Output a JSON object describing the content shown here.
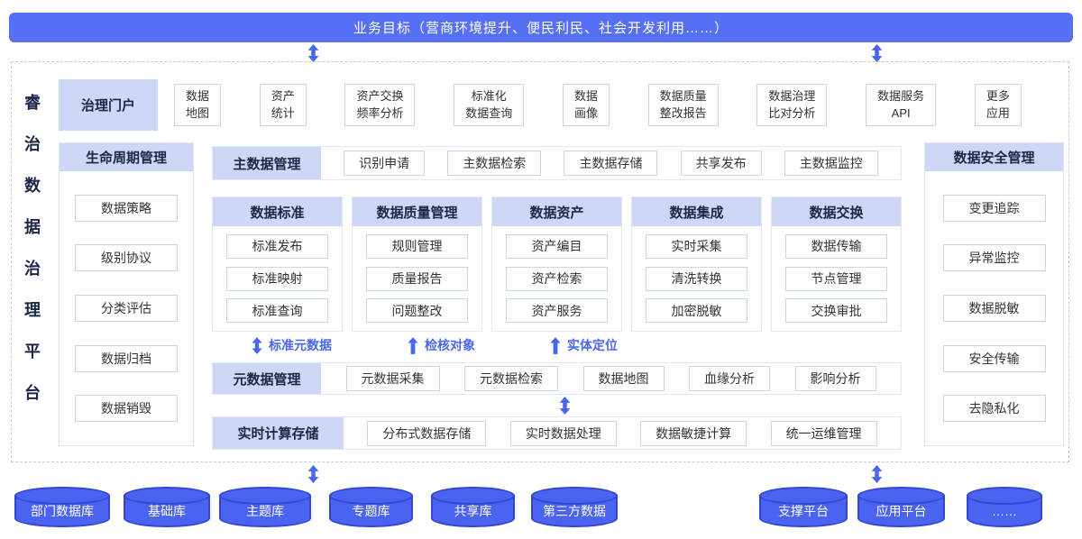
{
  "banner": {
    "title": "业务目标（营商环境提升、便民利民、社会开发利用……）"
  },
  "platform_title": "睿治数据治理平台",
  "portal": {
    "label": "治理门户",
    "items": [
      "数据\n地图",
      "资产\n统计",
      "资产交换\n频率分析",
      "标准化\n数据查询",
      "数据\n画像",
      "数据质量\n整改报告",
      "数据治理\n比对分析",
      "数据服务\nAPI",
      "更多\n应用"
    ]
  },
  "lifecycle": {
    "label": "生命周期管理",
    "items": [
      "数据策略",
      "级别协议",
      "分类评估",
      "数据归档",
      "数据销毁"
    ]
  },
  "security": {
    "label": "数据安全管理",
    "items": [
      "变更追踪",
      "异常监控",
      "数据脱敏",
      "安全传输",
      "去隐私化"
    ]
  },
  "master_data": {
    "label": "主数据管理",
    "items": [
      "识别申请",
      "主数据检索",
      "主数据存储",
      "共享发布",
      "主数据监控"
    ]
  },
  "columns": [
    {
      "label": "数据标准",
      "items": [
        "标准发布",
        "标准映射",
        "标准查询"
      ]
    },
    {
      "label": "数据质量管理",
      "items": [
        "规则管理",
        "质量报告",
        "问题整改"
      ]
    },
    {
      "label": "数据资产",
      "items": [
        "资产编目",
        "资产检索",
        "资产服务"
      ]
    },
    {
      "label": "数据集成",
      "items": [
        "实时采集",
        "清洗转换",
        "加密脱敏"
      ]
    },
    {
      "label": "数据交换",
      "items": [
        "数据传输",
        "节点管理",
        "交换审批"
      ]
    }
  ],
  "flow_labels": [
    "标准元数据",
    "检核对象",
    "实体定位"
  ],
  "metadata": {
    "label": "元数据管理",
    "items": [
      "元数据采集",
      "元数据检索",
      "数据地图",
      "血缘分析",
      "影响分析"
    ]
  },
  "realtime": {
    "label": "实时计算存储",
    "items": [
      "分布式数据存储",
      "实时数据处理",
      "数据敏捷计算",
      "统一运维管理"
    ]
  },
  "datastores": [
    "部门数据库",
    "基础库",
    "主题库",
    "专题库",
    "共享库",
    "第三方数据"
  ],
  "platforms": [
    "支撑平台",
    "应用平台",
    "……"
  ],
  "colors": {
    "accent_blue": "#4a63f0",
    "banner_blue": "#5570f2",
    "header_light_blue": "#cdd8f6",
    "box_border": "#c9d4ef",
    "dark_navy_text": "#1c2747",
    "arrow_blue": "#4a66ee"
  }
}
